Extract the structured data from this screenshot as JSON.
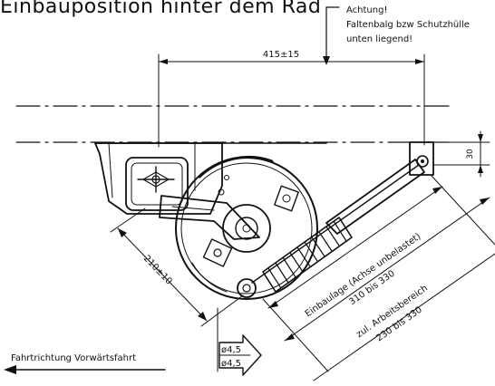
{
  "title": "Einbauposition hinter dem Rad",
  "note_lines": [
    "Achtung!",
    "Faltenbalg bzw Schutzhülle",
    "unten liegend!"
  ],
  "dimensions": {
    "top_length": "415±15",
    "side_height": "30",
    "arm_length": "210±10",
    "mount_range_label": "Einbaulage (Achse unbelastet)",
    "mount_range_value": "310 bis 330",
    "work_range_label": "zul. Arbeitsbereich",
    "work_range_value": "230 bis 330",
    "clearance_1": "ø4,5",
    "clearance_2": "ø4,5"
  },
  "direction_label": "Fahrtrichtung Vorwärtsfahrt"
}
